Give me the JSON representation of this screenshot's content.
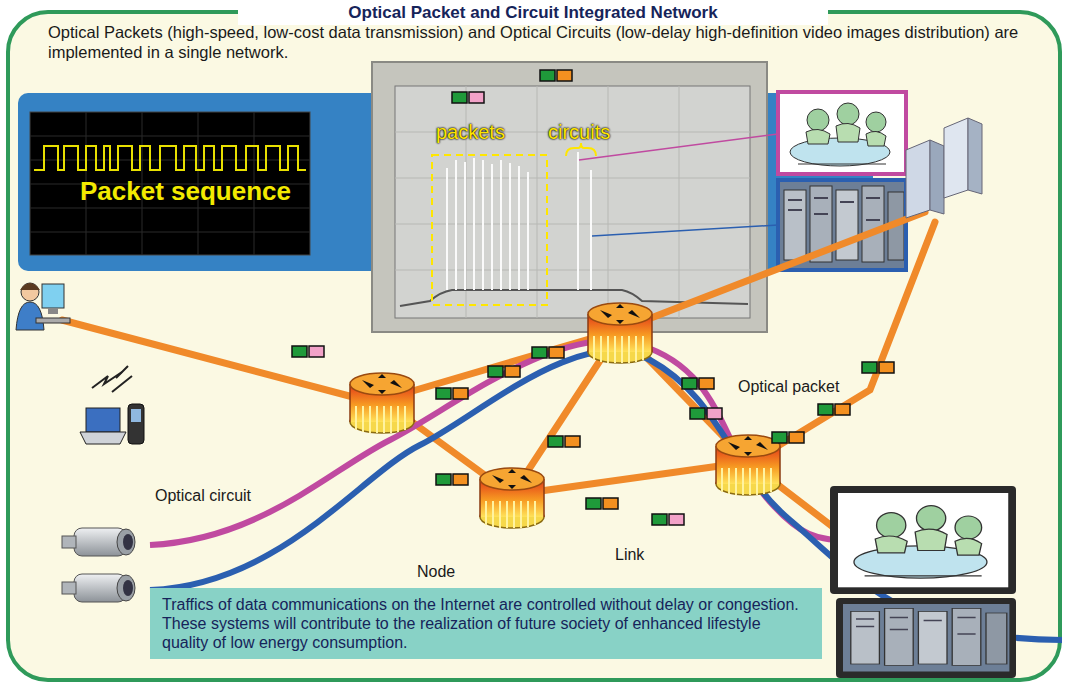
{
  "diagram": {
    "title": "Optical Packet and Circuit Integrated Network",
    "nodes": [
      {
        "text": [
          "Traffics of data communications on the Internet are controlled without delay or congestion.",
          "These systems will contribute to the realization of future society of enhanced lifestyle quality of low energy consumption."
        ]
      }
    ],
    "labels": [
      "Optical Packets (high-speed, low-cost data transmission) and Optical Circuits (low-delay high-definition video images distribution) are implemented in a single network.",
      "Packet sequence",
      "packets",
      "circuits",
      "Optical packet",
      "Optical circuit",
      "Node",
      "Link"
    ]
  }
}
